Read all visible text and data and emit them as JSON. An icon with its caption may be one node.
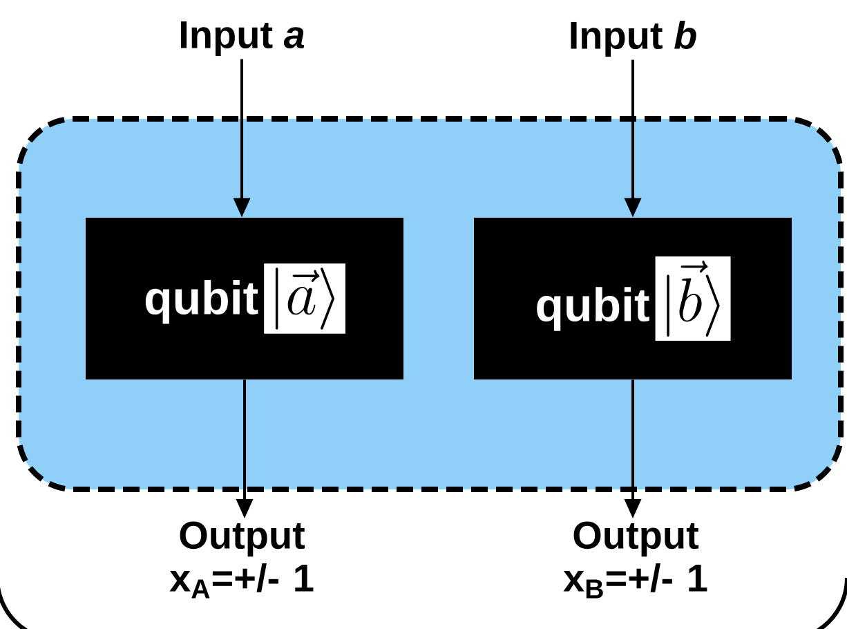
{
  "diagram": {
    "nodes": [
      {
        "text": [
          "Input *a*"
        ]
      },
      {
        "text": [
          "Input *b*"
        ]
      },
      {
        "text": [],
        "shape": "box"
      },
      {
        "text": [
          "qubit",
          "|\\vec{a}\\rangle"
        ],
        "in": 2
      },
      {
        "text": [
          "qubit",
          "|\\vec{b}\\rangle"
        ],
        "in": 2
      },
      {
        "text": [
          "Output x$_{A}$=+/- 1"
        ]
      },
      {
        "text": [
          "Output x$_{B}$=+/- 1"
        ]
      }
    ],
    "edges": [
      {
        "from": 0,
        "to": 3,
        "arrow": "to"
      },
      {
        "from": 1,
        "to": 4,
        "arrow": "to"
      },
      {
        "from": 3,
        "to": 5,
        "arrow": "to"
      },
      {
        "from": 4,
        "to": 6,
        "arrow": "to"
      }
    ]
  }
}
